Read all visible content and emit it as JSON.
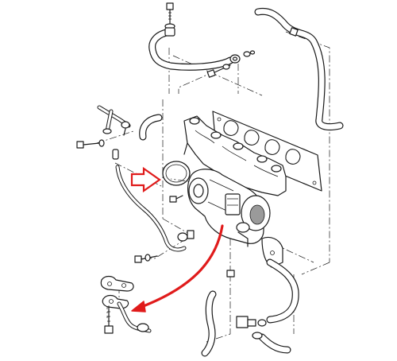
{
  "diagram": {
    "type": "exploded-parts-diagram",
    "components": [
      "turbocharger",
      "exhaust-manifold",
      "manifold-gasket",
      "turbo-gasket",
      "oil-feed-pipe",
      "oil-return-pipe",
      "coolant-hoses",
      "wastegate-actuator",
      "bolts",
      "washers"
    ],
    "callout_arrows": [
      {
        "name": "gasket-callout-arrow",
        "color": "#e01b1b",
        "style": "outline"
      },
      {
        "name": "oil-return-callout-arrow",
        "color": "#e01b1b",
        "style": "curved"
      }
    ]
  }
}
